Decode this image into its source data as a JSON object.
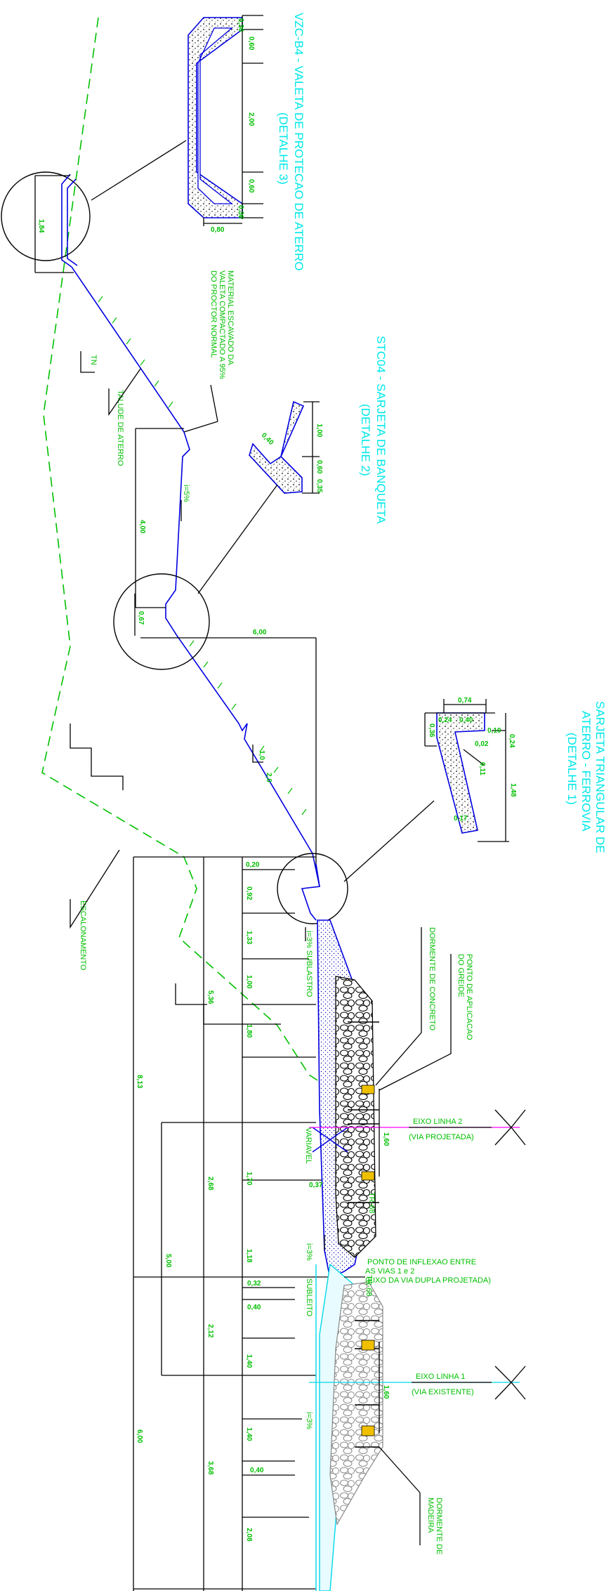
{
  "titles": {
    "detail3": [
      "VZC-B4  -  VALETA DE PROTECAO DE ATERRO",
      "(DETALHE 3)"
    ],
    "detail2": [
      "STC04  -  SARJETA DE BANQUETA",
      "(DETALHE 2)"
    ],
    "detail1": [
      "SARJETA TRIANGULAR DE",
      "ATERRO  -  FERROVIA",
      "(DETALHE 1)"
    ]
  },
  "labels": {
    "material": [
      "MATERIAL ESCAVADO DA",
      "VALETA COMPACTADO A 95%",
      "DO PROCTOR NORMAL"
    ],
    "talude": "TALUDE DE ATERRO",
    "tn": "TN",
    "escalonamento": "ESCALONAMENTO",
    "dormente_concreto": "DORMENTE DE CONCRETO",
    "ponto_aplicacao": [
      "PONTO DE APLICACAO",
      "DO GREIDE"
    ],
    "eixo2": [
      "EIXO LINHA 2",
      "(VIA PROJETADA)"
    ],
    "eixo1": [
      "EIXO LINHA 1",
      "(VIA EXISTENTE)"
    ],
    "inflexao": [
      "PONTO DE INFLEXAO ENTRE",
      "AS VIAS 1 e 2",
      "(EIXO DA VIA DUPLA PROJETADA)"
    ],
    "tr68_a": "TR-68",
    "tr68_b": "TR-68",
    "dormente_madeira": [
      "DORMENTE DE",
      "MADEIRA"
    ],
    "sublastro": "i=3% SUBLASTRO",
    "subleito": "SUBLEITO",
    "i3_a": "i=3%",
    "i3_b": "i=3%",
    "i5": "i=5%",
    "variavel": "VARIAVEL",
    "slope_1": "1,0",
    "slope_2": "2,0"
  },
  "dims": {
    "d3_top1": "0,36",
    "d3_top2": "0,60",
    "d3_mid": "2,00",
    "d3_bot1": "0,60",
    "d3_bot2": "0,36",
    "d3_width": "0,80",
    "d3_circle": "1,84",
    "d2_a": "1,00",
    "d2_b": "0,60",
    "d2_c": "0,35",
    "d2_d": "0,40",
    "d2_circle": "0,67",
    "d1_74": "0,74",
    "d1_24": "0,24",
    "d1_40": "0,40",
    "d1_10": "0,10",
    "d1_24b": "0,24",
    "d1_36": "0,36",
    "d1_11": "0,11",
    "d1_02": "0,02",
    "d1_148": "1,48",
    "d1_17": "0,17",
    "b_400": "4,00",
    "b_600": "6,00",
    "s_020": "0,20",
    "s_092": "0,92",
    "s_133": "1,33",
    "s_100": "1,00",
    "s_180": "1,80",
    "s_170": "1,70",
    "s_118": "1,18",
    "s_032": "0,32",
    "s_040": "0,40",
    "s_140a": "1,40",
    "s_140b": "1,40",
    "s_040b": "0,40",
    "s_208": "2,08",
    "s_536": "5,36",
    "s_268": "2,68",
    "s_212": "2,12",
    "s_368": "3,68",
    "s_813": "8,13",
    "s_500": "5,00",
    "s_600": "6,00",
    "s_037": "0,37",
    "g_160a": "1,60",
    "g_160b": "1,60"
  },
  "colors": {
    "label": "#00c000",
    "title": "#00e8e8",
    "section": "#0000e0",
    "axis2": "#ff00ff",
    "axis1": "#00d8e8",
    "rail": "#f0c000"
  }
}
